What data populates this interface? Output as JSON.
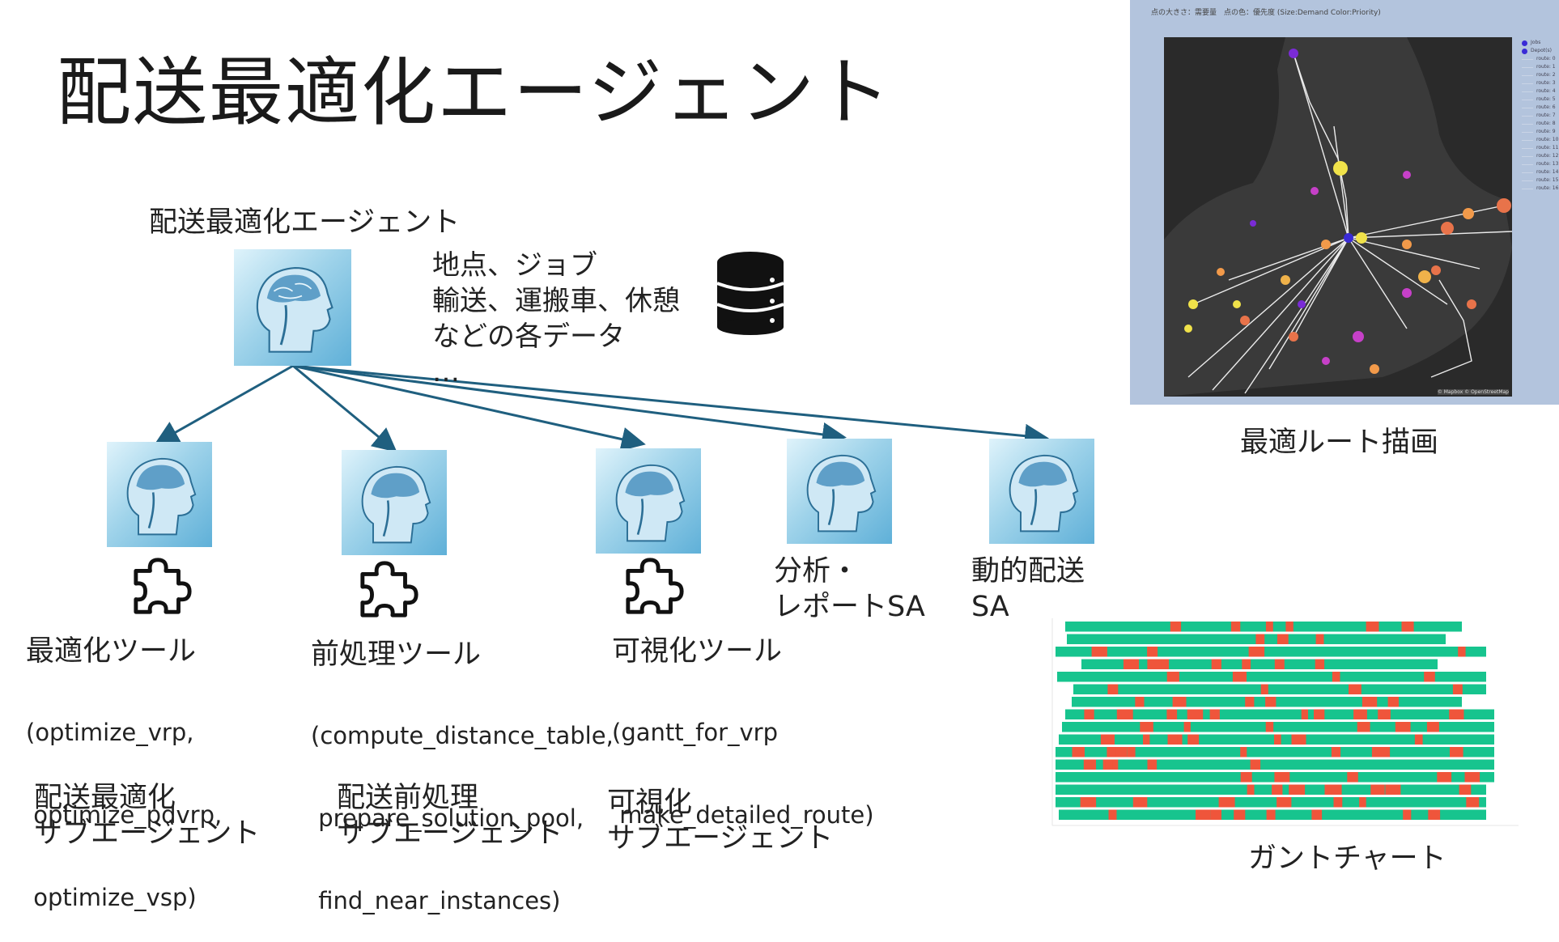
{
  "title": "配送最適化エージェント",
  "root_agent": {
    "label": "配送最適化エージェント",
    "data_lines": [
      "地点、ジョブ",
      "輸送、運搬車、休憩",
      "などの各データ",
      "…"
    ]
  },
  "subagents": [
    {
      "tool_title": "最適化ツール",
      "tool_items": [
        "(optimize_vrp,",
        " optimize_pdvrp,",
        " optimize_vsp)"
      ],
      "name_lines": [
        "配送最適化",
        "サブエージェント"
      ]
    },
    {
      "tool_title": "前処理ツール",
      "tool_items": [
        "(compute_distance_table,",
        " prepare_solution_pool,",
        " find_near_instances)"
      ],
      "name_lines": [
        "配送前処理",
        "サブエージェント"
      ]
    },
    {
      "tool_title": "可視化ツール",
      "tool_items": [
        "(gantt_for_vrp",
        " make_detailed_route)"
      ],
      "name_lines": [
        "可視化",
        "サブエージェント"
      ]
    },
    {
      "name_lines": [
        "分析・",
        "レポートSA"
      ]
    },
    {
      "name_lines": [
        "動的配送",
        "SA"
      ]
    }
  ],
  "map_panel": {
    "header": "点の大きさ：需要量　点の色：優先度 (Size:Demand Color:Priority)",
    "legend": [
      "Jobs",
      "Depot(s)",
      "route: 0",
      "route: 1",
      "route: 2",
      "route: 3",
      "route: 4",
      "route: 5",
      "route: 6",
      "route: 7",
      "route: 8",
      "route: 9",
      "route: 10",
      "route: 11",
      "route: 12",
      "route: 13",
      "route: 14",
      "route: 15",
      "route: 16"
    ],
    "credit": "© Mapbox © OpenStreetMap",
    "caption": "最適ルート描画"
  },
  "gantt_panel": {
    "caption": "ガントチャート"
  },
  "colors": {
    "arrow": "#1f5f7f",
    "gantt_green": "#17c48e",
    "gantt_red": "#ef553b",
    "map_bg": "#b3c4dd"
  },
  "icons": [
    "brain-head-icon",
    "database-icon",
    "puzzle-icon"
  ]
}
